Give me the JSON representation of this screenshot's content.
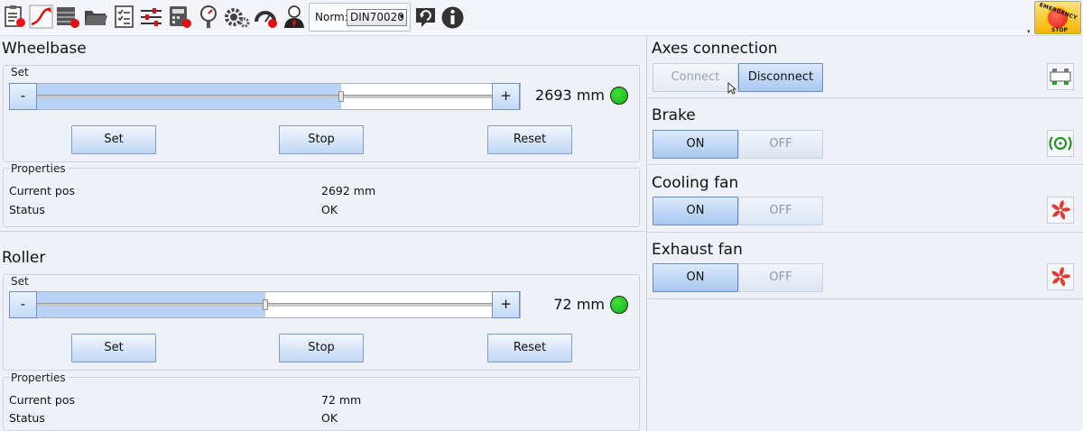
{
  "toolbar": {
    "icons": [
      "checklist-icon",
      "curve-chart-icon",
      "table-settings-icon",
      "folder-open-icon",
      "task-list-icon",
      "sliders-icon",
      "calculator-settings-icon",
      "gauge-pin-icon",
      "gears-icon",
      "speedometer-settings-icon",
      "user-icon"
    ],
    "norm_label": "Norm:",
    "norm_value": "DIN70020",
    "estop_top": "EMERGENCY",
    "estop_bottom": "STOP"
  },
  "wheelbase": {
    "title": "Wheelbase",
    "set_label": "Set",
    "minus": "-",
    "plus": "+",
    "fill_fraction": 0.65,
    "readout": "2693 mm",
    "buttons": {
      "set": "Set",
      "stop": "Stop",
      "reset": "Reset"
    },
    "properties_label": "Properties",
    "current_pos_label": "Current pos",
    "current_pos_value": "2692 mm",
    "status_label": "Status",
    "status_value": "OK"
  },
  "roller": {
    "title": "Roller",
    "set_label": "Set",
    "minus": "-",
    "plus": "+",
    "fill_fraction": 0.5,
    "readout": "72 mm",
    "buttons": {
      "set": "Set",
      "stop": "Stop",
      "reset": "Reset"
    },
    "properties_label": "Properties",
    "current_pos_label": "Current pos",
    "current_pos_value": "72 mm",
    "status_label": "Status",
    "status_value": "OK"
  },
  "axes": {
    "title": "Axes  connection",
    "connect": "Connect",
    "disconnect": "Disconnect"
  },
  "brake": {
    "title": "Brake",
    "on": "ON",
    "off": "OFF"
  },
  "cooling_fan": {
    "title": "Cooling fan",
    "on": "ON",
    "off": "OFF"
  },
  "exhaust_fan": {
    "title": "Exhaust fan",
    "on": "ON",
    "off": "OFF"
  },
  "colors": {
    "led_green": "#1ec21e",
    "slider_fill": "#b8d3f5",
    "fan_red": "#e23b2e"
  }
}
